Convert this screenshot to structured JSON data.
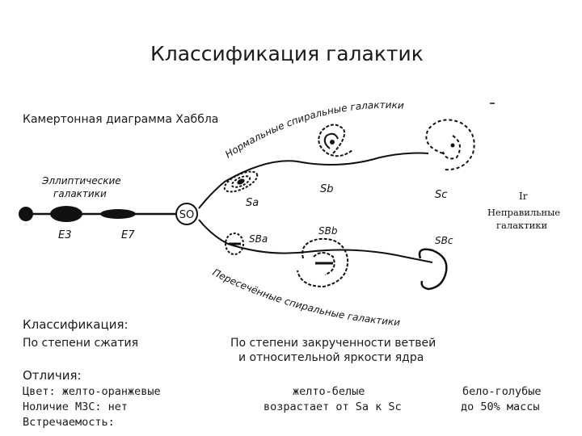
{
  "title": "Классификация галактик",
  "subtitle": "Камертонная диаграмма Хаббла",
  "diagram": {
    "elliptical_label_1": "Эллиптические",
    "elliptical_label_2": "галактики",
    "e3": "E3",
    "e7": "E7",
    "s0": "SO",
    "normal_spirals": "Нормальные спиральные галактики",
    "barred_spirals": "Пересечённые спиральные галактики",
    "sa": "Sa",
    "sb": "Sb",
    "sc": "Sc",
    "sba": "SBa",
    "sbb": "SBb",
    "sbc": "SBc",
    "irregular_code": "Ir",
    "irregular_label_1": "Неправильные",
    "irregular_label_2": "галактики"
  },
  "classification": {
    "heading": "Классификация:",
    "by_compression": "По степени сжатия",
    "by_winding_1": "По степени закрученности ветвей",
    "by_winding_2": "и относительной яркости ядра"
  },
  "differences": {
    "heading": "Отличия:",
    "color_line": "Цвет: желто-оранжевые",
    "ism_line": "Ноличие МЗС: нет",
    "occurrence_line": "Встречаемость:",
    "spiral_color": "желто-белые",
    "spiral_growth": "возрастает от Sa к Sc",
    "irregular_color": "бело-голубые",
    "irregular_mass": "до 50% массы"
  }
}
